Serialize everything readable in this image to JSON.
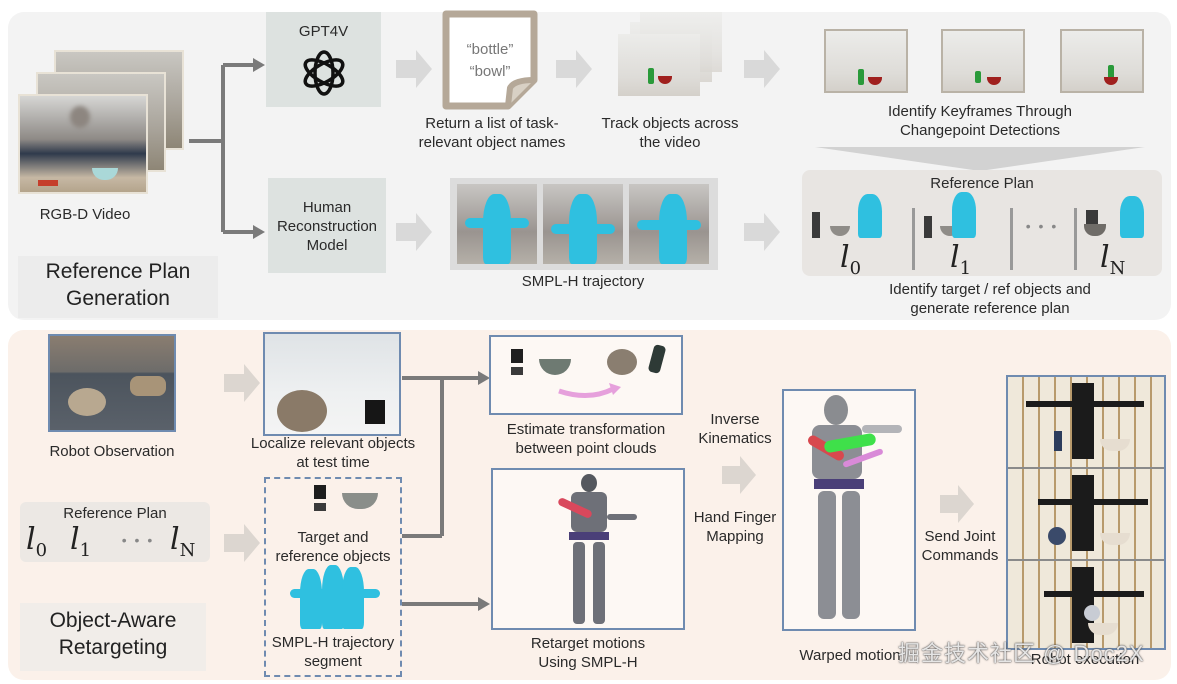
{
  "top_section": {
    "title": "Reference Plan Generation",
    "title_line1": "Reference Plan",
    "title_line2": "Generation",
    "input_label": "RGB-D Video",
    "gpt_box": {
      "label": "GPT4V",
      "icon": "openai-logo-icon"
    },
    "hrm_box": {
      "line1": "Human",
      "line2": "Reconstruction",
      "line3": "Model"
    },
    "note": {
      "item1": "“bottle”",
      "item2": "“bowl”"
    },
    "note_caption_line1": "Return a list of task-",
    "note_caption_line2": "relevant object names",
    "track_caption_line1": "Track objects across",
    "track_caption_line2": "the video",
    "keyframes_caption_line1": "Identify Keyframes Through",
    "keyframes_caption_line2": "Changepoint Detections",
    "smpl_caption": "SMPL-H trajectory",
    "ref_plan": {
      "title": "Reference Plan",
      "items": [
        {
          "sym": "l",
          "sub": "0"
        },
        {
          "sym": "l",
          "sub": "1"
        },
        {
          "sym": "l",
          "sub": "N"
        }
      ],
      "ellipsis": "• • •"
    },
    "ref_plan_caption_line1": "Identify target / ref objects and",
    "ref_plan_caption_line2": "generate reference plan"
  },
  "bottom_section": {
    "title_line1": "Object-Aware",
    "title_line2": "Retargeting",
    "robot_obs_label": "Robot Observation",
    "localize_caption_line1": "Localize relevant objects",
    "localize_caption_line2": "at test time",
    "ref_plan": {
      "title": "Reference Plan",
      "items": [
        {
          "sym": "l",
          "sub": "0"
        },
        {
          "sym": "l",
          "sub": "1"
        },
        {
          "sym": "l",
          "sub": "N"
        }
      ],
      "ellipsis": "• • •"
    },
    "target_caption_line1": "Target and",
    "target_caption_line2": "reference objects",
    "smpl_segment_line1": "SMPL-H trajectory",
    "smpl_segment_line2": "segment",
    "estimate_caption_line1": "Estimate transformation",
    "estimate_caption_line2": "between point clouds",
    "retarget_caption_line1": "Retarget motions",
    "retarget_caption_line2": "Using SMPL-H",
    "ik_line1": "Inverse",
    "ik_line2": "Kinematics",
    "hf_line1": "Hand Finger",
    "hf_line2": "Mapping",
    "warped_caption": "Warped motion",
    "send_line1": "Send Joint",
    "send_line2": "Commands",
    "exec_caption": "Robot execution"
  },
  "watermark": "掘金技术社区 @ Doc2X",
  "colors": {
    "top_panel": "#f3f3f3",
    "bottom_panel": "#fbf1ea",
    "smpl_blue": "#2fc0e0",
    "frame_blue": "#6f8bb0",
    "arrow_gray": "#7a7a7a",
    "fat_arrow": "#d9d9d9"
  }
}
